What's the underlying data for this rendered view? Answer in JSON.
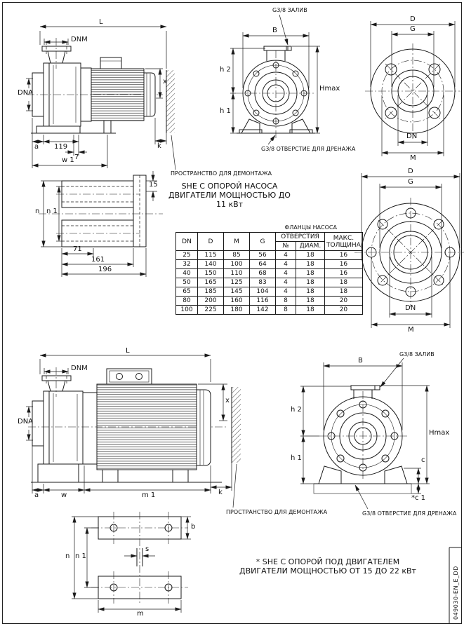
{
  "figures": {
    "top_side": {
      "L": "L",
      "DNM": "DNM",
      "DNA": "DNA",
      "x": "x",
      "k": "k",
      "a": "a",
      "d119": "119",
      "d7": "7",
      "w1": "w 1"
    },
    "top_front": {
      "B": "B",
      "h2": "h 2",
      "h1": "h 1",
      "Hmax": "Hmax"
    },
    "flange4": {
      "D": "D",
      "G": "G",
      "DN": "DN",
      "M": "M"
    },
    "bracket": {
      "n": "n",
      "n1": "n 1",
      "d15": "15",
      "d71": "71",
      "d161": "161",
      "d196": "196"
    },
    "flange8": {
      "D": "D",
      "G": "G",
      "DN": "DN",
      "M": "M"
    },
    "bottom_side": {
      "L": "L",
      "DNM": "DNM",
      "DNA": "DNA",
      "x": "x",
      "k": "k",
      "a": "a",
      "w": "w",
      "m1": "m 1"
    },
    "bottom_front": {
      "B": "B",
      "h2": "h 2",
      "h1": "h 1",
      "Hmax": "Hmax",
      "c": "c",
      "c1": "*c 1"
    },
    "base_plate": {
      "b": "b",
      "n": "n",
      "n1": "n 1",
      "s": "s",
      "m": "m"
    }
  },
  "annotations": {
    "fill_plug": "G3/8 ЗАЛИВ",
    "drain_hole": "G3/8 ОТВЕРСТИЕ ДЛЯ ДРЕНАЖА",
    "dismantling_space": "ПРОСТРАНСТВО ДЛЯ ДЕМОНТАЖА",
    "note_top_line1": "SHE С ОПОРОЙ НАСОСА",
    "note_top_line2": "ДВИГАТЕЛИ МОЩНОСТЬЮ ДО",
    "note_top_line3": "11 кВт",
    "note_bottom_line1": "* SHE С ОПОРОЙ ПОД ДВИГАТЕЛЕМ",
    "note_bottom_line2": "ДВИГАТЕЛИ МОЩНОСТЬЮ ОТ 15 ДО 22 кВт",
    "doc_code": "049030-EN_E_DD"
  },
  "table": {
    "title": "ФЛАНЦЫ НАСОСА",
    "headers": {
      "dn": "DN",
      "d": "D",
      "m": "M",
      "g": "G",
      "holes": "ОТВЕРСТИЯ",
      "num": "№",
      "diam": "ДИАМ.",
      "max1": "МАКС.",
      "max2": "ТОЛЩИНА"
    },
    "rows": [
      {
        "dn": "25",
        "d": "115",
        "m": "85",
        "g": "56",
        "num": "4",
        "diam": "18",
        "t": "16"
      },
      {
        "dn": "32",
        "d": "140",
        "m": "100",
        "g": "64",
        "num": "4",
        "diam": "18",
        "t": "16"
      },
      {
        "dn": "40",
        "d": "150",
        "m": "110",
        "g": "68",
        "num": "4",
        "diam": "18",
        "t": "16"
      },
      {
        "dn": "50",
        "d": "165",
        "m": "125",
        "g": "83",
        "num": "4",
        "diam": "18",
        "t": "18"
      },
      {
        "dn": "65",
        "d": "185",
        "m": "145",
        "g": "104",
        "num": "4",
        "diam": "18",
        "t": "18"
      },
      {
        "dn": "80",
        "d": "200",
        "m": "160",
        "g": "116",
        "num": "8",
        "diam": "18",
        "t": "20"
      },
      {
        "dn": "100",
        "d": "225",
        "m": "180",
        "g": "142",
        "num": "8",
        "diam": "18",
        "t": "20"
      }
    ]
  }
}
